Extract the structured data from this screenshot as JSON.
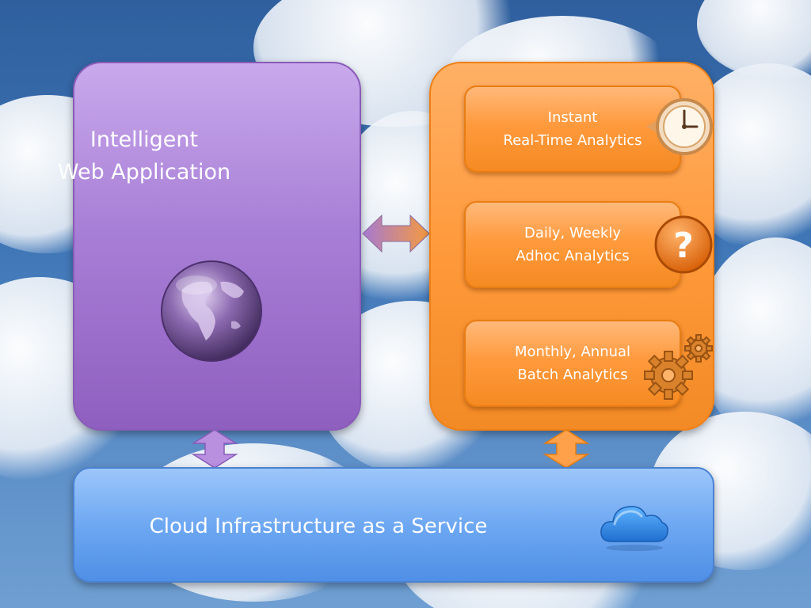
{
  "web_application": {
    "title_line1": "Intelligent",
    "title_line2": "Web Application",
    "icon": "globe-icon"
  },
  "analytics": {
    "cards": [
      {
        "line1": "Instant",
        "line2": "Real-Time Analytics",
        "icon": "clock-icon"
      },
      {
        "line1": "Daily, Weekly",
        "line2": "Adhoc Analytics",
        "icon": "question-icon",
        "icon_text": "?"
      },
      {
        "line1": "Monthly, Annual",
        "line2": "Batch Analytics",
        "icon": "gears-icon"
      }
    ]
  },
  "infrastructure": {
    "label": "Cloud Infrastructure as a Service",
    "icon": "cloud-icon"
  },
  "colors": {
    "web_panel": "#a87fd6",
    "analytics_panel": "#ff9a3c",
    "infrastructure_panel": "#6ea8f2",
    "sky": "#3f76b6"
  }
}
